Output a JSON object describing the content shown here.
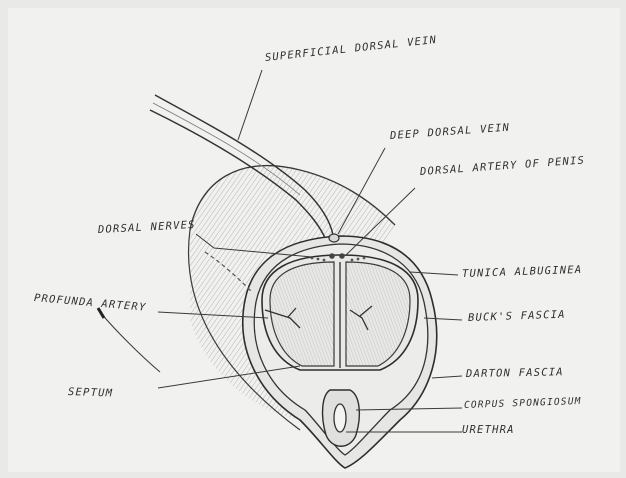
{
  "labels": {
    "superficial_dorsal_vein": "SUPERFICIAL DORSAL VEIN",
    "deep_dorsal_vein": "DEEP DORSAL VEIN",
    "dorsal_artery_of_penis": "DORSAL ARTERY OF PENIS",
    "dorsal_nerves": "DORSAL NERVES",
    "tunica_albuginea": "TUNICA ALBUGINEA",
    "profunda_artery": "PROFUNDA ARTERY",
    "bucks_fascia": "BUCK'S FASCIA",
    "darton_fascia": "DARTON FASCIA",
    "septum": "SEPTUM",
    "corpus_spongiosum": "CORPUS SPONGIOSUM",
    "urethra": "URETHRA"
  },
  "colors": {
    "paper": "#f1f1ef",
    "pencil": "#3a3a3a",
    "shade": "#9a9a9a"
  }
}
